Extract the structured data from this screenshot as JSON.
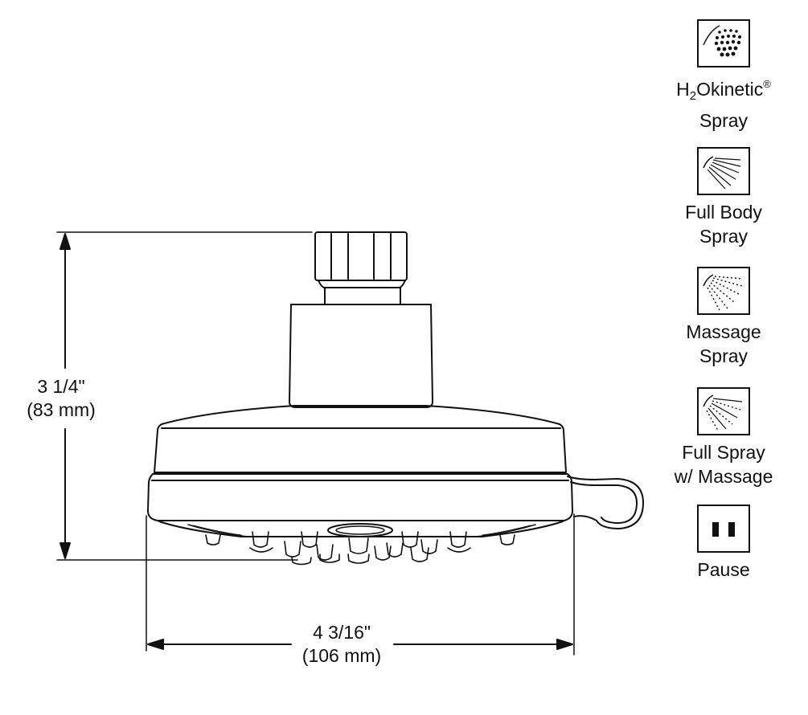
{
  "dimensions": {
    "height_imperial": "3 1/4\"",
    "height_metric": "(83 mm)",
    "width_imperial": "4 3/16\"",
    "width_metric": "(106 mm)"
  },
  "spray_modes": [
    {
      "icon": "h2okinetic-spray-icon",
      "name_h": "H",
      "name_sub": "2",
      "name_rest": "Okinetic",
      "name_reg": "®",
      "line2": "Spray"
    },
    {
      "icon": "full-body-spray-icon",
      "line1": "Full Body",
      "line2": "Spray"
    },
    {
      "icon": "massage-spray-icon",
      "line1": "Massage",
      "line2": "Spray"
    },
    {
      "icon": "full-spray-massage-icon",
      "line1": "Full Spray",
      "line2": "w/ Massage"
    },
    {
      "icon": "pause-icon",
      "line1": "Pause"
    }
  ]
}
